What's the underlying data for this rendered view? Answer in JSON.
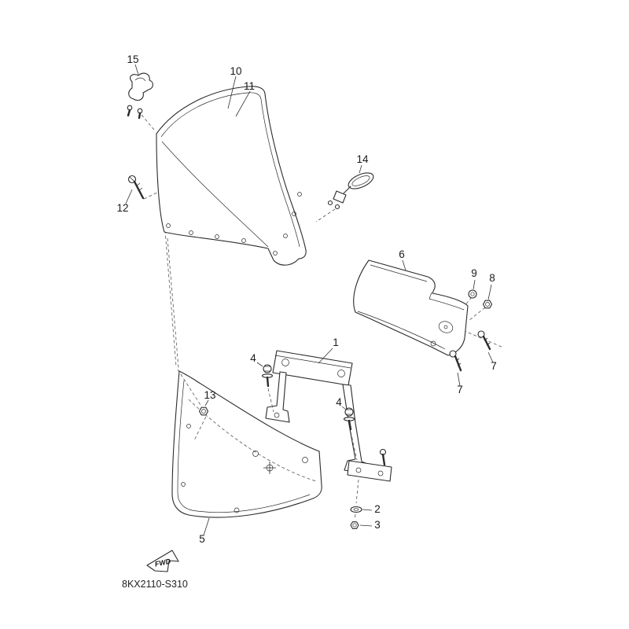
{
  "diagram": {
    "part_code": "8KX2110-S310",
    "fwd_label": "FWD",
    "callouts": [
      {
        "label": "15"
      },
      {
        "label": "10"
      },
      {
        "label": "11"
      },
      {
        "label": "12"
      },
      {
        "label": "14"
      },
      {
        "label": "6"
      },
      {
        "label": "9"
      },
      {
        "label": "8"
      },
      {
        "label": "7"
      },
      {
        "label": "7"
      },
      {
        "label": "1"
      },
      {
        "label": "4"
      },
      {
        "label": "4"
      },
      {
        "label": "13"
      },
      {
        "label": "2"
      },
      {
        "label": "3"
      },
      {
        "label": "5"
      }
    ]
  }
}
